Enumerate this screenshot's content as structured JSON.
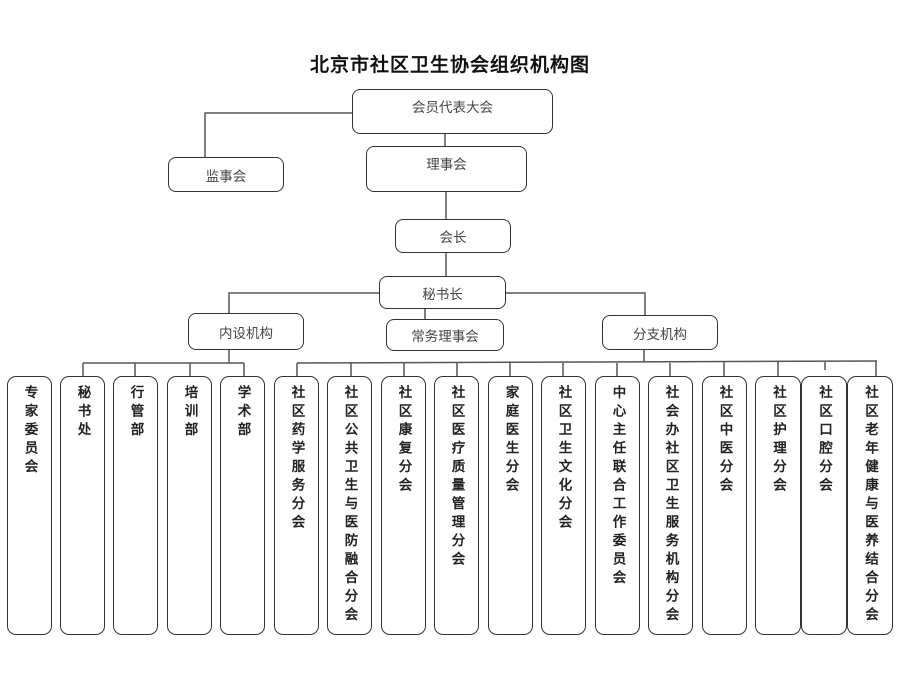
{
  "title": "北京市社区卫生协会组织机构图",
  "nodes": {
    "congress": "会员代表大会",
    "supervisory": "监事会",
    "council": "理事会",
    "president": "会长",
    "secretary_general": "秘书长",
    "internal": "内设机构",
    "standing_council": "常务理事会",
    "branches": "分支机构"
  },
  "internal_units": [
    "专家委员会",
    "秘书处",
    "行管部",
    "培训部",
    "学术部"
  ],
  "branch_units": [
    "社区药学服务分会",
    "社区公共卫生与医防融合分会",
    "社区康复分会",
    "社区医疗质量管理分会",
    "家庭医生分会",
    "社区卫生文化分会",
    "中心主任联合工作委员会",
    "社会办社区卫生服务机构分会",
    "社区中医分会",
    "社区护理分会",
    "社区口腔分会",
    "社区老年健康与医养结合分会"
  ]
}
